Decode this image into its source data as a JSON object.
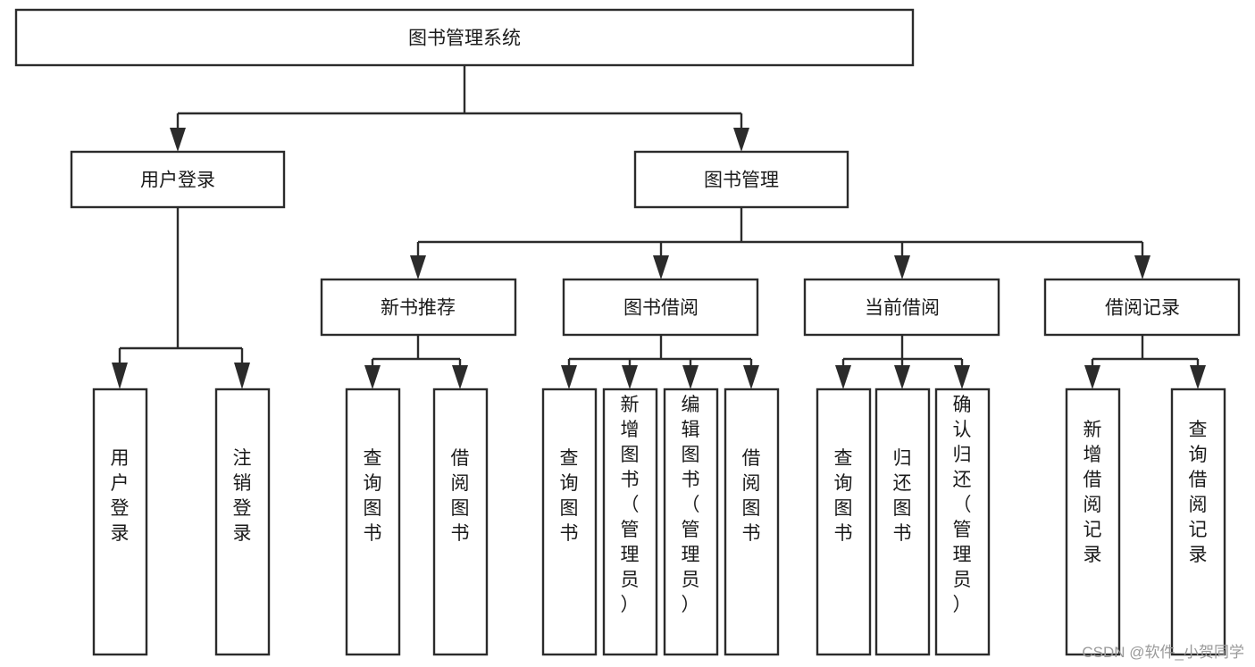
{
  "diagram": {
    "title": "图书管理系统",
    "type": "tree-hierarchy",
    "root": {
      "id": "root",
      "label": "图书管理系统",
      "orientation": "horizontal"
    },
    "level2": [
      {
        "id": "user-login",
        "label": "用户登录",
        "orientation": "horizontal"
      },
      {
        "id": "book-management",
        "label": "图书管理",
        "orientation": "horizontal"
      }
    ],
    "level3": [
      {
        "id": "new-book-recommend",
        "label": "新书推荐",
        "orientation": "horizontal",
        "parent": "book-management"
      },
      {
        "id": "book-borrow",
        "label": "图书借阅",
        "orientation": "horizontal",
        "parent": "book-management"
      },
      {
        "id": "current-borrow",
        "label": "当前借阅",
        "orientation": "horizontal",
        "parent": "book-management"
      },
      {
        "id": "borrow-record",
        "label": "借阅记录",
        "orientation": "horizontal",
        "parent": "book-management"
      }
    ],
    "leaves": [
      {
        "id": "leaf-user-login",
        "label": "用户登录",
        "orientation": "vertical",
        "parent": "user-login"
      },
      {
        "id": "leaf-logout-login",
        "label": "注销登录",
        "orientation": "vertical",
        "parent": "user-login"
      },
      {
        "id": "leaf-query-book-1",
        "label": "查询图书",
        "orientation": "vertical",
        "parent": "new-book-recommend"
      },
      {
        "id": "leaf-borrow-book-1",
        "label": "借阅图书",
        "orientation": "vertical",
        "parent": "new-book-recommend"
      },
      {
        "id": "leaf-query-book-2",
        "label": "查询图书",
        "orientation": "vertical",
        "parent": "book-borrow"
      },
      {
        "id": "leaf-add-book",
        "label": "新增图书（管理员）",
        "orientation": "vertical",
        "parent": "book-borrow"
      },
      {
        "id": "leaf-edit-book",
        "label": "编辑图书（管理员）",
        "orientation": "vertical",
        "parent": "book-borrow"
      },
      {
        "id": "leaf-borrow-book-2",
        "label": "借阅图书",
        "orientation": "vertical",
        "parent": "book-borrow"
      },
      {
        "id": "leaf-query-book-3",
        "label": "查询图书",
        "orientation": "vertical",
        "parent": "current-borrow"
      },
      {
        "id": "leaf-return-book",
        "label": "归还图书",
        "orientation": "vertical",
        "parent": "current-borrow"
      },
      {
        "id": "leaf-confirm-return",
        "label": "确认归还（管理员）",
        "orientation": "vertical",
        "parent": "current-borrow"
      },
      {
        "id": "leaf-add-record",
        "label": "新增借阅记录",
        "orientation": "vertical",
        "parent": "borrow-record"
      },
      {
        "id": "leaf-query-record",
        "label": "查询借阅记录",
        "orientation": "vertical",
        "parent": "borrow-record"
      }
    ],
    "colors": {
      "box_stroke": "#2b2b2b",
      "box_fill": "#ffffff",
      "text": "#1a1a1a",
      "background": "#ffffff",
      "watermark": "#9a9a9a"
    }
  },
  "watermark": {
    "text": "CSDN @软件_小贺同学"
  }
}
